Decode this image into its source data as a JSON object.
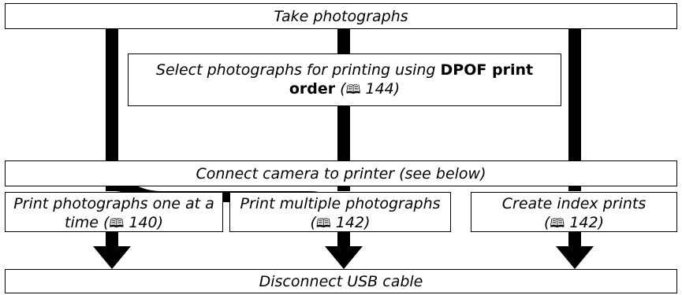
{
  "steps": {
    "take": "Take photographs",
    "select": {
      "prefix": "Select photographs for printing using ",
      "bold_part1": "DPOF print",
      "bold_part2": "order",
      "page": "144"
    },
    "connect": "Connect camera to printer (see below)",
    "print_one": {
      "line1": "Print photographs one at a",
      "line2_prefix": "time (",
      "page": "140",
      "suffix": ")"
    },
    "print_multi": {
      "line1": "Print multiple photographs",
      "line2_prefix": "(",
      "page": "142",
      "suffix": ")"
    },
    "index": {
      "line1": "Create index prints",
      "line2_prefix": "(",
      "page": "142",
      "suffix": ")"
    },
    "disconnect": "Disconnect USB cable"
  },
  "colors": {
    "line": "#000000",
    "box_border": "#000000",
    "background": "#ffffff"
  },
  "icons": {
    "page_reference": "book-icon"
  }
}
